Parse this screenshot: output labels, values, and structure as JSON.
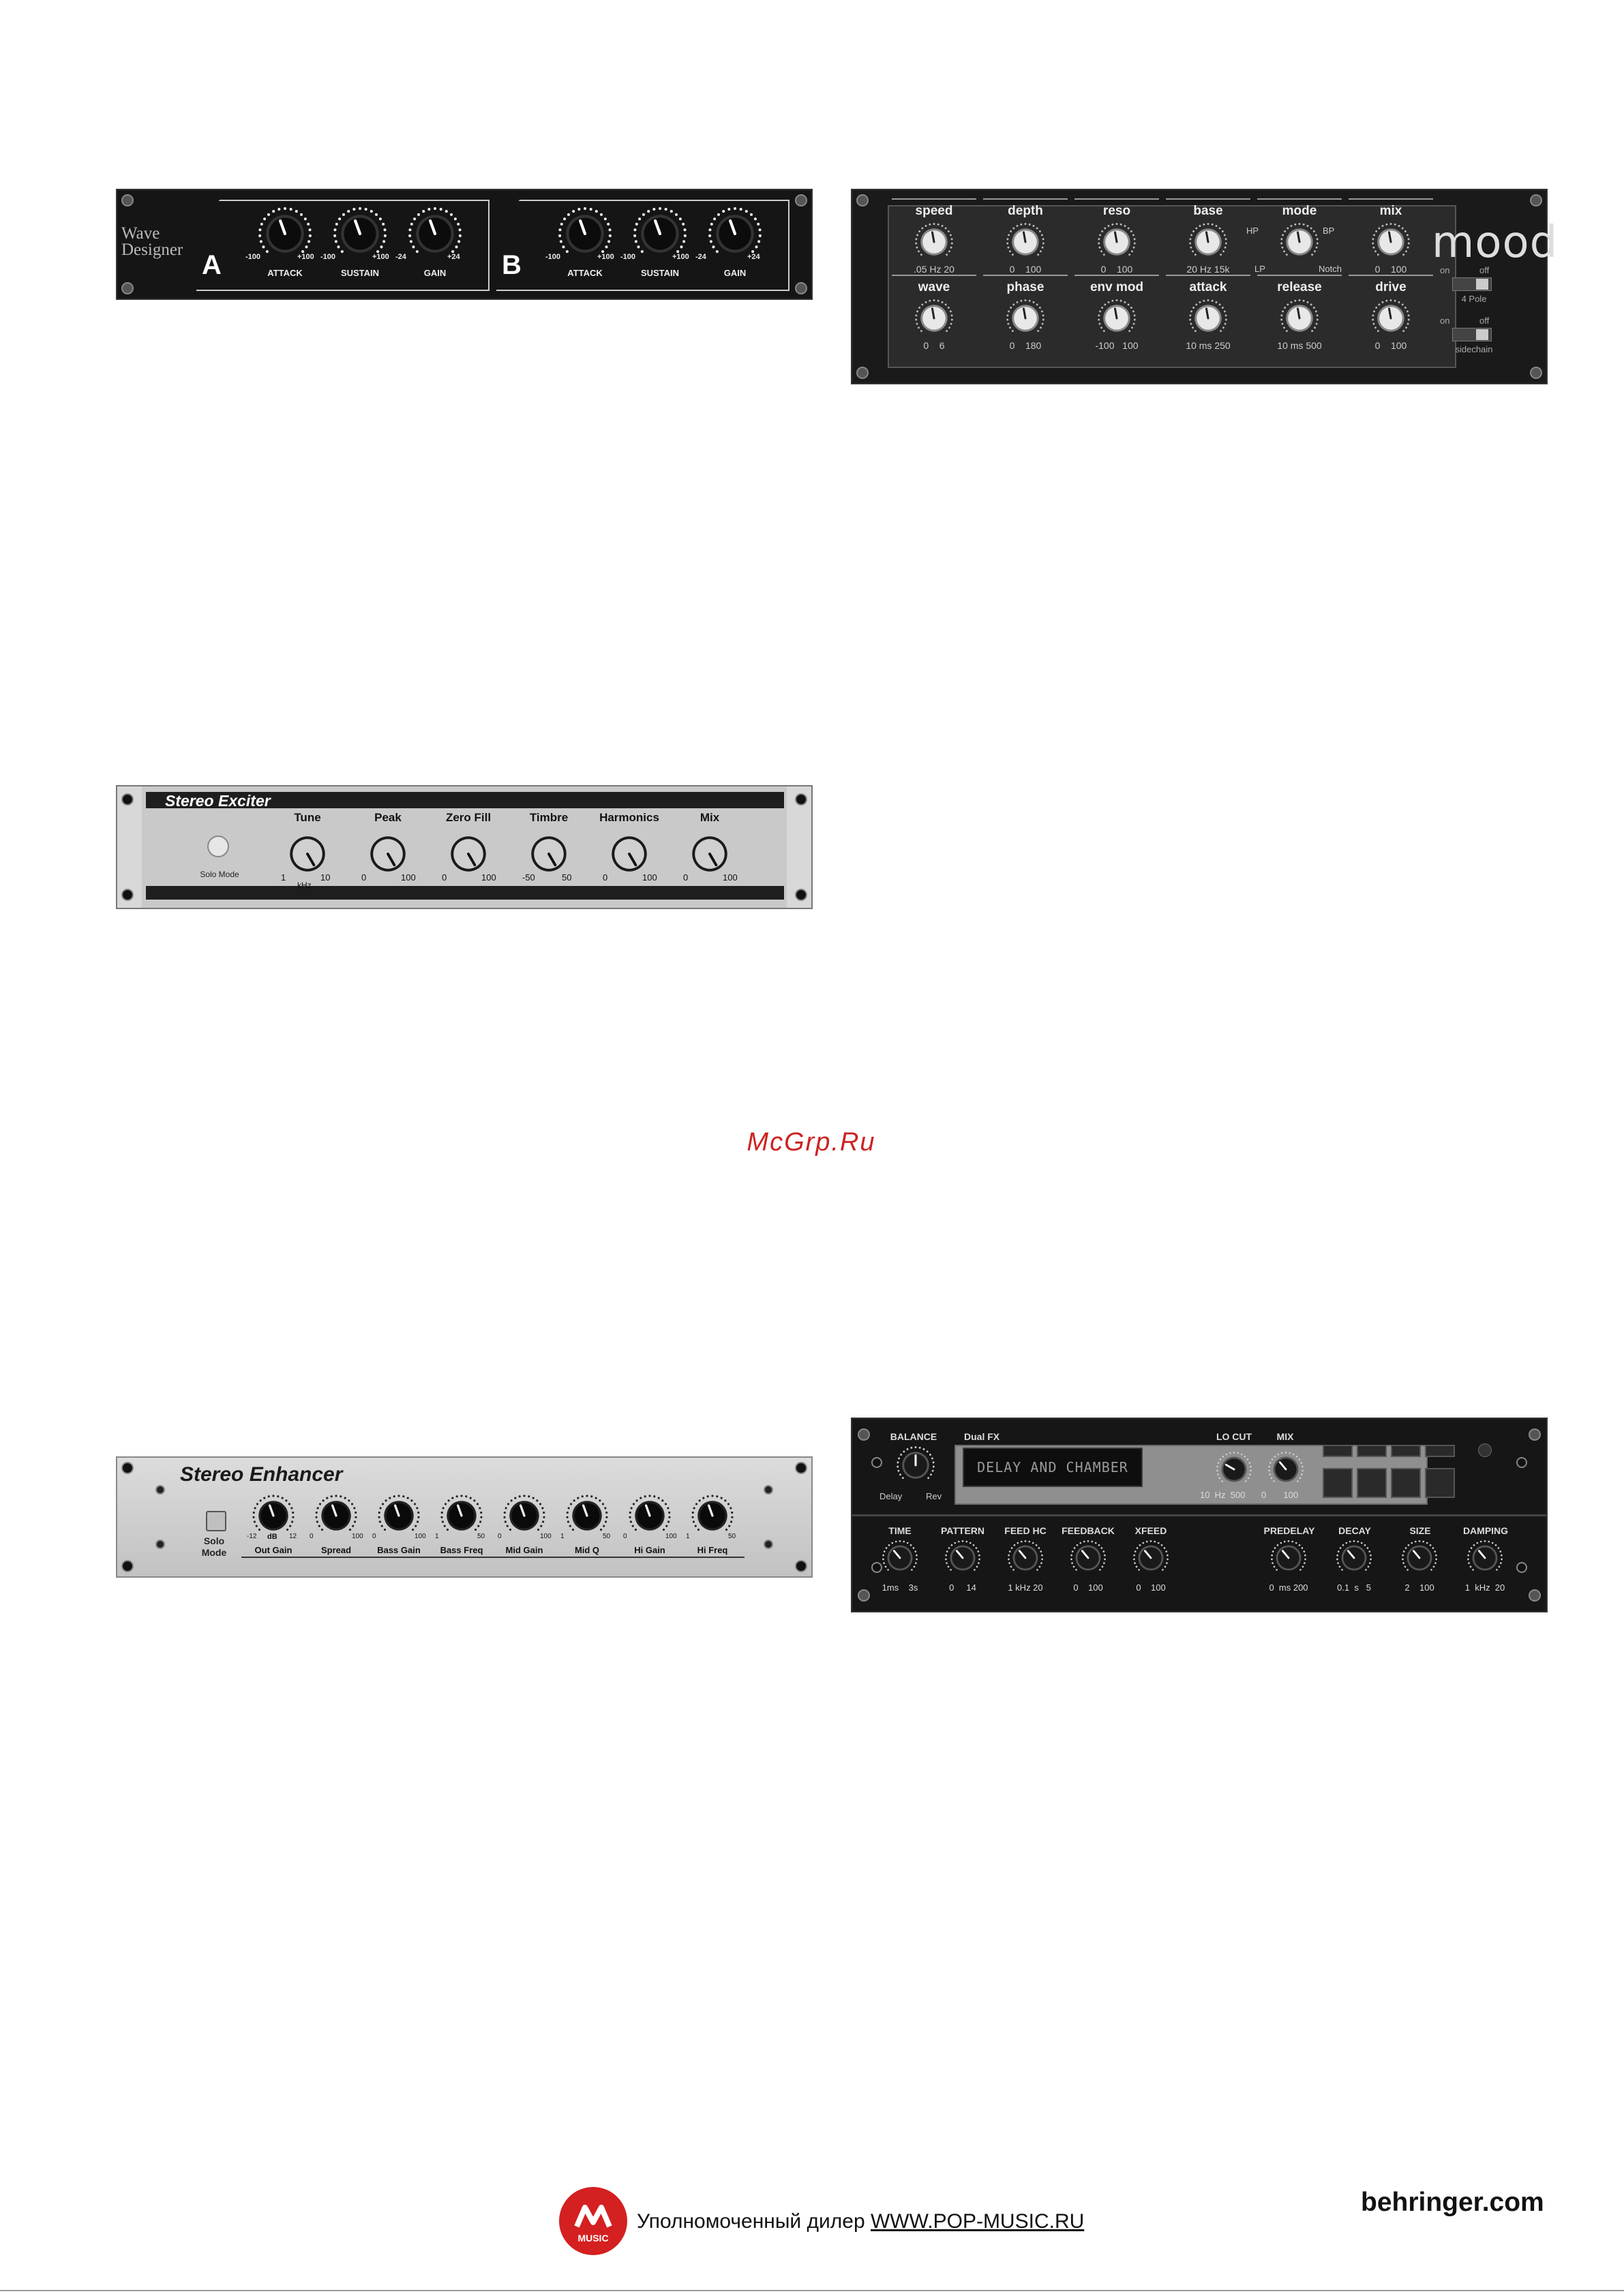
{
  "wave_designer": {
    "brand": "Wave Designer",
    "channels": [
      {
        "letter": "A",
        "knobs": [
          {
            "label": "ATTACK",
            "min": "-100",
            "max": "+100"
          },
          {
            "label": "SUSTAIN",
            "min": "-100",
            "max": "+100"
          },
          {
            "label": "GAIN",
            "min": "-24",
            "max": "+24"
          }
        ]
      },
      {
        "letter": "B",
        "knobs": [
          {
            "label": "ATTACK",
            "min": "-100",
            "max": "+100"
          },
          {
            "label": "SUSTAIN",
            "min": "-100",
            "max": "+100"
          },
          {
            "label": "GAIN",
            "min": "-24",
            "max": "+24"
          }
        ]
      }
    ]
  },
  "mood": {
    "brand": "mood",
    "row1": [
      {
        "label": "speed",
        "range": ".05 Hz 20"
      },
      {
        "label": "depth",
        "range": "0    100"
      },
      {
        "label": "reso",
        "range": "0    100"
      },
      {
        "label": "base",
        "range": "20 Hz 15k"
      },
      {
        "label": "mode",
        "range": ""
      },
      {
        "label": "mix",
        "range": "0    100"
      }
    ],
    "mode_positions": {
      "hp": "HP",
      "bp": "BP",
      "lp": "LP",
      "notch": "Notch"
    },
    "row2": [
      {
        "label": "wave",
        "range": "0    6"
      },
      {
        "label": "phase",
        "range": "0    180"
      },
      {
        "label": "env mod",
        "range": "-100   100"
      },
      {
        "label": "attack",
        "range": "10 ms 250"
      },
      {
        "label": "release",
        "range": "10 ms 500"
      },
      {
        "label": "drive",
        "range": "0    100"
      }
    ],
    "switches": [
      {
        "on": "on",
        "off": "off",
        "caption": "4 Pole"
      },
      {
        "on": "on",
        "off": "off",
        "caption": "sidechain"
      }
    ]
  },
  "stereo_exciter": {
    "title": "Stereo Exciter",
    "solo_label": "Solo Mode",
    "knobs": [
      {
        "label": "Tune",
        "min": "1",
        "max": "10",
        "unit": "kHz"
      },
      {
        "label": "Peak",
        "min": "0",
        "max": "100",
        "unit": ""
      },
      {
        "label": "Zero Fill",
        "min": "0",
        "max": "100",
        "unit": ""
      },
      {
        "label": "Timbre",
        "min": "-50",
        "max": "50",
        "unit": ""
      },
      {
        "label": "Harmonics",
        "min": "0",
        "max": "100",
        "unit": ""
      },
      {
        "label": "Mix",
        "min": "0",
        "max": "100",
        "unit": ""
      }
    ]
  },
  "watermark": "McGrp.Ru",
  "stereo_enhancer": {
    "title": "Stereo Enhancer",
    "solo_label_1": "Solo",
    "solo_label_2": "Mode",
    "knobs": [
      {
        "label": "Out Gain",
        "min": "-12",
        "mid": "dB",
        "max": "12"
      },
      {
        "label": "Spread",
        "min": "0",
        "mid": "",
        "max": "100"
      },
      {
        "label": "Bass Gain",
        "min": "0",
        "mid": "",
        "max": "100"
      },
      {
        "label": "Bass Freq",
        "min": "1",
        "mid": "",
        "max": "50"
      },
      {
        "label": "Mid Gain",
        "min": "0",
        "mid": "",
        "max": "100"
      },
      {
        "label": "Mid Q",
        "min": "1",
        "mid": "",
        "max": "50"
      },
      {
        "label": "Hi Gain",
        "min": "0",
        "mid": "",
        "max": "100"
      },
      {
        "label": "Hi Freq",
        "min": "1",
        "mid": "",
        "max": "50"
      }
    ]
  },
  "dual_fx": {
    "balance_label": "BALANCE",
    "balance_left": "Delay",
    "balance_right": "Rev",
    "title": "Dual FX",
    "display_text": "DELAY AND CHAMBER",
    "locut_label": "LO CUT",
    "locut_range": "10  Hz  500",
    "mix_label": "MIX",
    "mix_range": "0       100",
    "bottom_left": [
      {
        "label": "TIME",
        "range": "1ms    3s"
      },
      {
        "label": "PATTERN",
        "range": "0     14"
      },
      {
        "label": "FEED HC",
        "range": "1 kHz 20"
      },
      {
        "label": "FEEDBACK",
        "range": "0    100"
      },
      {
        "label": "XFEED",
        "range": "0    100"
      }
    ],
    "bottom_right": [
      {
        "label": "PREDELAY",
        "range": "0  ms 200"
      },
      {
        "label": "DECAY",
        "range": "0.1  s   5"
      },
      {
        "label": "SIZE",
        "range": "2    100"
      },
      {
        "label": "DAMPING",
        "range": "1  kHz  20"
      }
    ]
  },
  "footer": {
    "dealer_text": "Уполномоченный дилер ",
    "dealer_link": "WWW.POP-MUSIC.RU",
    "logo_text": "MUSIC",
    "brand": "behringer.com"
  }
}
